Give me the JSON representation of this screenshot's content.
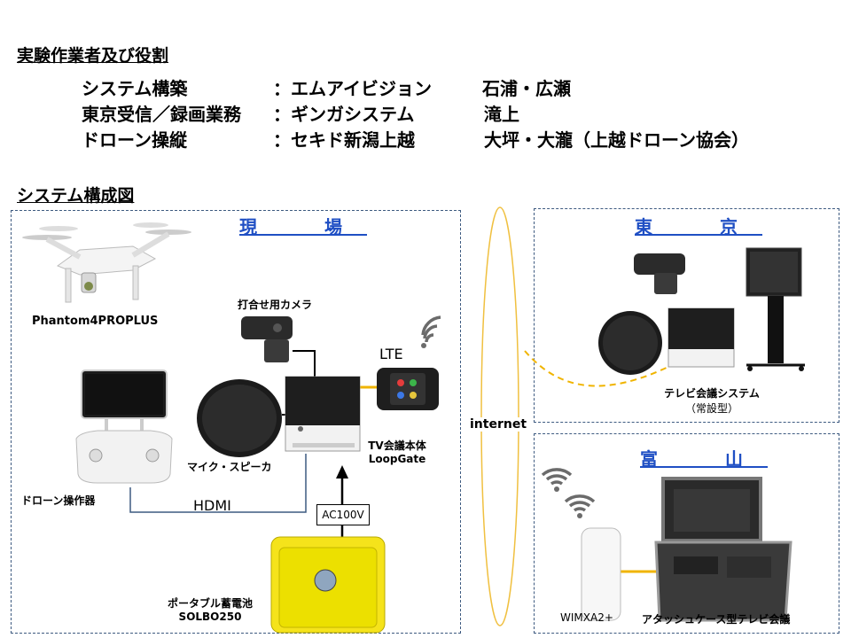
{
  "roles": {
    "heading": "実験作業者及び役割",
    "rows": [
      {
        "role": "システム構築",
        "company": "：エムアイビジョン",
        "people": "石浦・広瀬"
      },
      {
        "role": "東京受信／録画業務",
        "company": "：ギンガシステム",
        "people": "滝上"
      },
      {
        "role": "ドローン操縦",
        "company": "：セキド新潟上越",
        "people": "大坪・大瀧（上越ドローン協会）"
      }
    ]
  },
  "diagram": {
    "heading": "システム構成図",
    "site": {
      "title": "現　場",
      "drone": "Phantom4PROPLUS",
      "camera": "打合せ用カメラ",
      "lte": "LTE",
      "mic": "マイク・スピーカ",
      "tv_unit_line1": "TV会議本体",
      "tv_unit_line2": "LoopGate",
      "controller": "ドローン操作器",
      "hdmi": "HDMI",
      "ac": "AC100V",
      "battery_line1": "ポータブル蓄電池",
      "battery_line2": "SOLBO250"
    },
    "internet": "internet",
    "tokyo": {
      "title": "東　京",
      "system_line1": "テレビ会議システム",
      "system_line2": "（常設型）"
    },
    "toyama": {
      "title": "富　山",
      "router": "WIMXA2+",
      "case": "アタッシュケース型テレビ会議"
    }
  },
  "colors": {
    "panel_border": "#3d5a80",
    "location_title": "#1f4fc4",
    "link_dashed": "#f0b400",
    "link_solid": "#f0b400",
    "battery": "#f5e31b"
  }
}
